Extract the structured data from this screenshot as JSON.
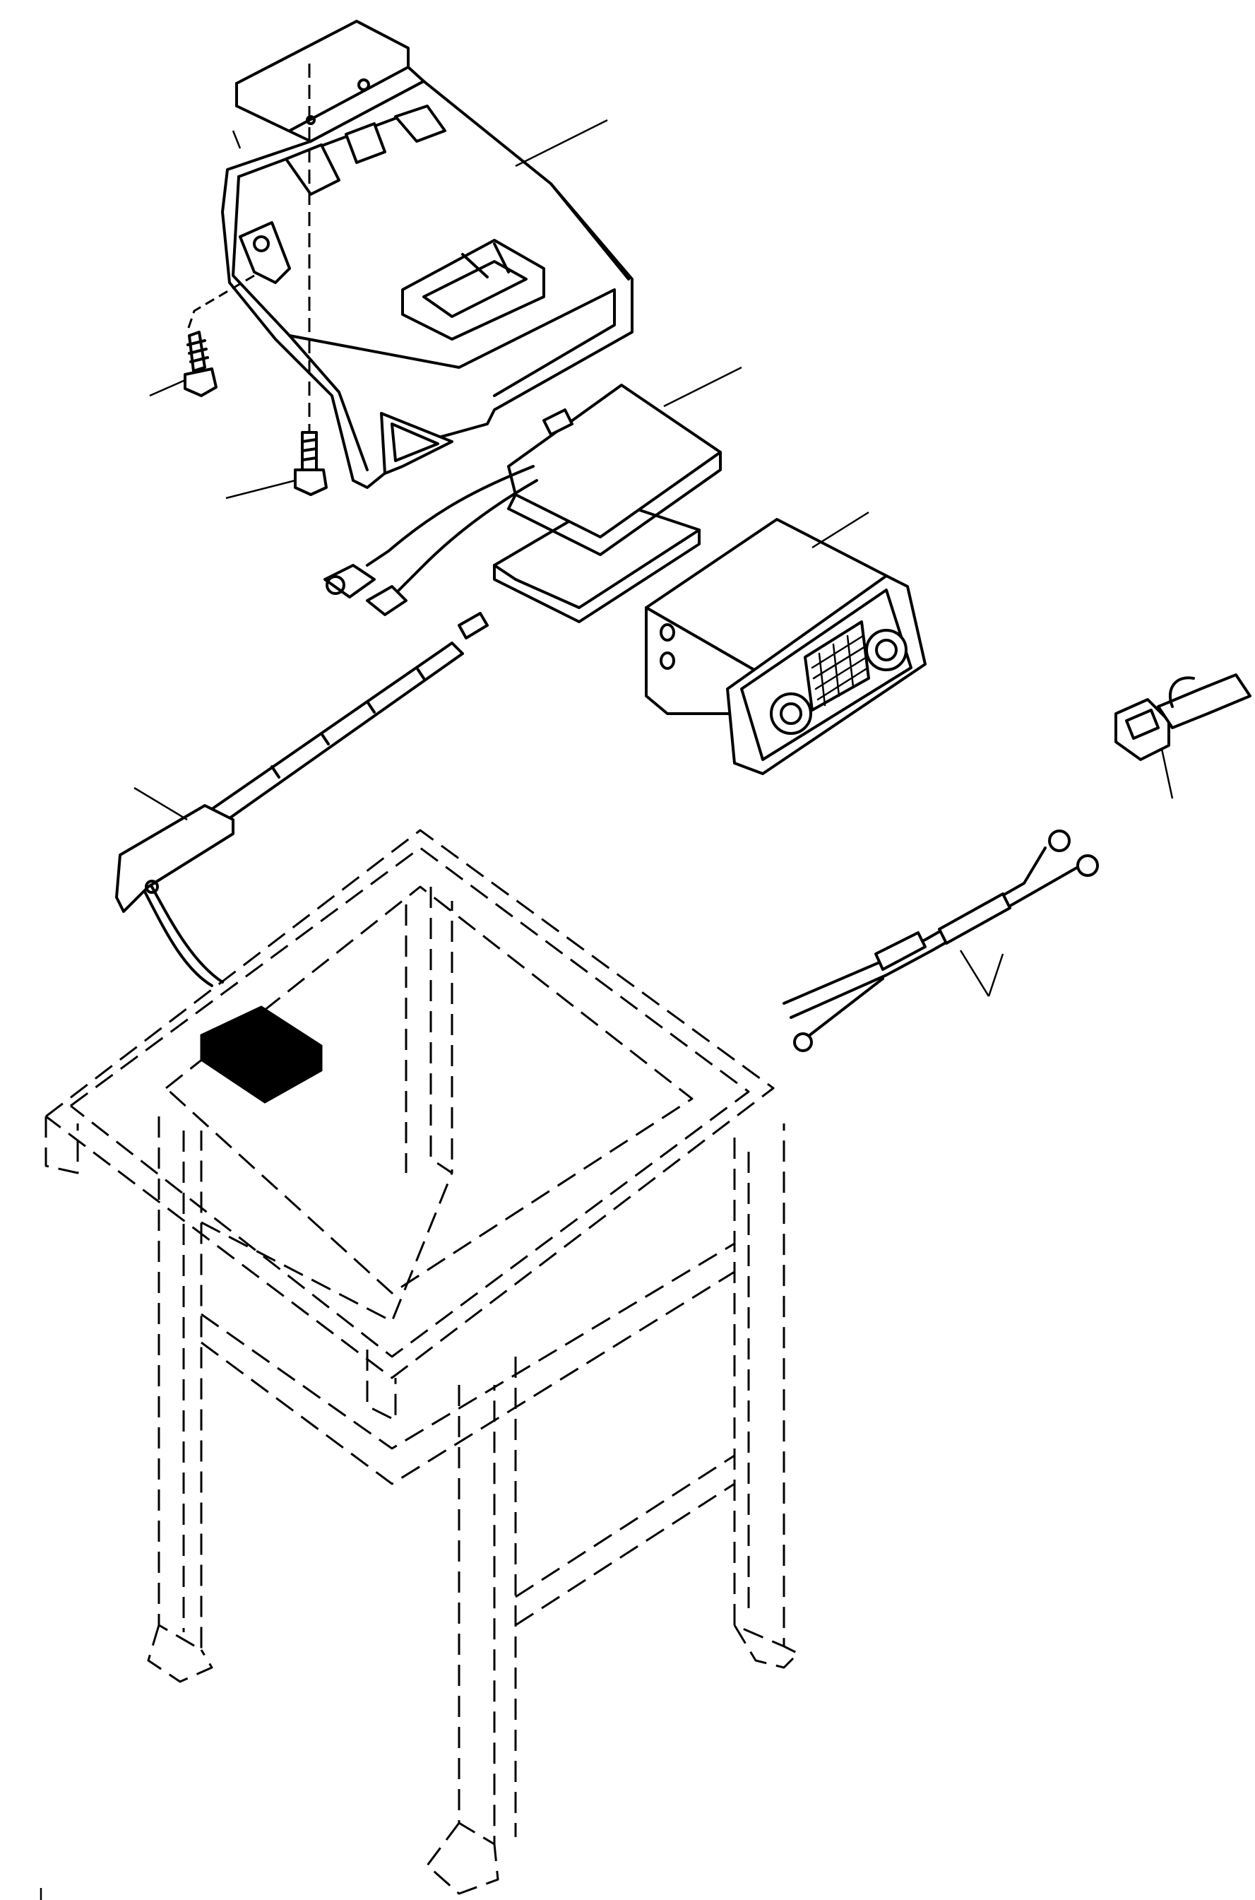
{
  "figure": {
    "labels": []
  },
  "parts": [
    {
      "name": "radio-cover"
    },
    {
      "name": "tapping-screw"
    },
    {
      "name": "bolt"
    },
    {
      "name": "bracket-plates"
    },
    {
      "name": "radio-unit"
    },
    {
      "name": "antenna"
    },
    {
      "name": "connector"
    },
    {
      "name": "wire-harness"
    },
    {
      "name": "cab-frame"
    }
  ]
}
